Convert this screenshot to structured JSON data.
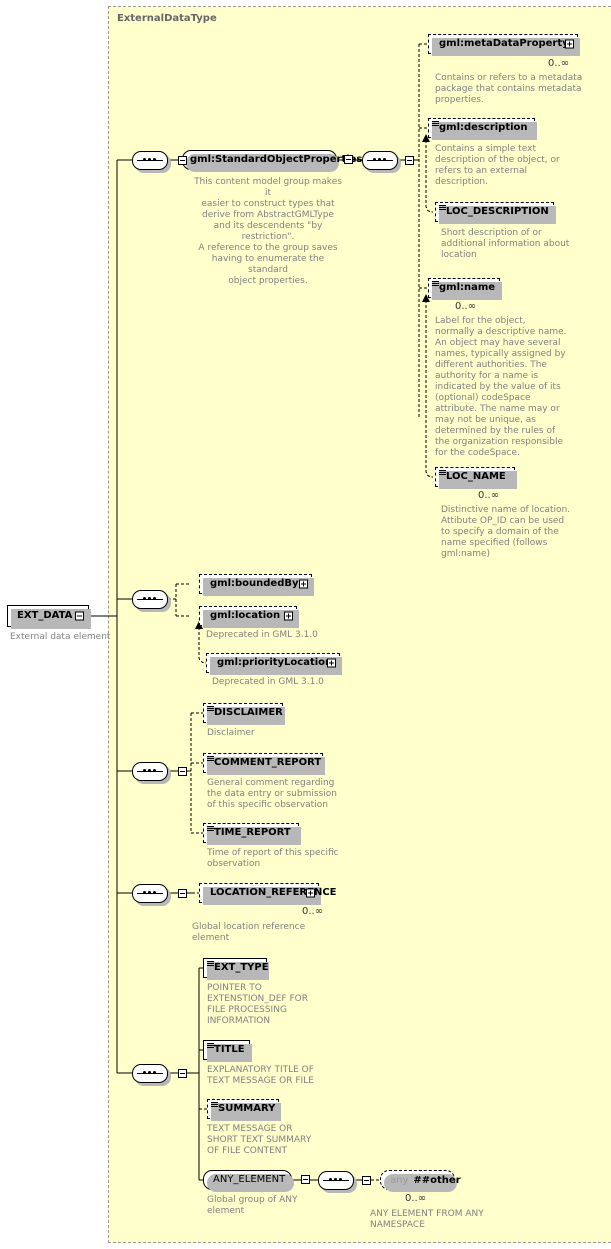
{
  "diagram": {
    "kind": "xsd-schema-diagram",
    "complex_type_title": "ExternalDataType",
    "colors": {
      "container_bg": "#ffffcc",
      "container_border": "#999999",
      "box_bg": "#ffffff",
      "box_border": "#000000",
      "annotation_text": "#808080",
      "shadow": "#b8b8b8"
    }
  },
  "root": {
    "label": "EXT_DATA",
    "annotation": "External data element"
  },
  "cardinalities": {
    "zero_inf": "0..∞"
  },
  "nodes": {
    "standard_object_properties": {
      "label": "gml:StandardObjectProperties",
      "annotation": "This content model group makes it\neasier to construct types that\n      derive from AbstractGMLType\nand its descendents \"by restriction\".\n      A reference to the group saves\nhaving to enumerate the standard\nobject properties."
    },
    "meta_data_property": {
      "label": "gml:metaDataProperty",
      "cardinality": "0..∞",
      "annotation": "Contains or refers to a metadata\npackage that contains metadata\nproperties."
    },
    "description": {
      "label": "gml:description",
      "annotation": "Contains a simple text\ndescription of the object, or\nrefers to an external\ndescription."
    },
    "loc_description": {
      "label": "LOC_DESCRIPTION",
      "annotation": "Short description of or\nadditional information about\nlocation"
    },
    "name": {
      "label": "gml:name",
      "cardinality": "0..∞",
      "annotation": "Label for the object,\nnormally a descriptive name.\nAn object may have several\nnames, typically assigned by\ndifferent authorities.  The\nauthority for a name is\nindicated by the value of its\n(optional) codeSpace\nattribute.  The name may or\nmay not be unique, as\ndetermined by the rules of\nthe organization responsible\nfor the codeSpace."
    },
    "loc_name": {
      "label": "LOC_NAME",
      "cardinality": "0..∞",
      "annotation": "Distinctive name of location.\nAttibute OP_ID can be used\nto specify a domain of the\nname specified (follows\ngml:name)"
    },
    "bounded_by": {
      "label": "gml:boundedBy",
      "annotation": ""
    },
    "location": {
      "label": "gml:location",
      "annotation": "Deprecated in GML 3.1.0"
    },
    "priority_location": {
      "label": "gml:priorityLocation",
      "annotation": "Deprecated in GML 3.1.0"
    },
    "disclaimer": {
      "label": "DISCLAIMER",
      "annotation": "Disclaimer"
    },
    "comment_report": {
      "label": "COMMENT_REPORT",
      "annotation": "General comment regarding\nthe data entry or submission\nof this specific observation"
    },
    "time_report": {
      "label": "TIME_REPORT",
      "annotation": "Time of report of this specific\nobservation"
    },
    "location_reference": {
      "label": "LOCATION_REFERENCE",
      "cardinality": "0..∞",
      "annotation": "Global location reference\nelement"
    },
    "ext_type": {
      "label": "EXT_TYPE",
      "annotation": "POINTER TO\nEXTENSTION_DEF FOR\nFILE PROCESSING\nINFORMATION"
    },
    "title": {
      "label": "TITLE",
      "annotation": "EXPLANATORY TITLE OF\nTEXT MESSAGE OR FILE"
    },
    "summary": {
      "label": "SUMMARY",
      "annotation": "TEXT MESSAGE OR\nSHORT TEXT SUMMARY\nOF FILE CONTENT"
    },
    "any_element": {
      "label": "ANY_ELEMENT",
      "annotation": "Global group of ANY\nelement"
    },
    "any_other": {
      "keyword": "any",
      "namespace": "##other",
      "cardinality": "0..∞",
      "annotation": "ANY ELEMENT FROM ANY\nNAMESPACE"
    }
  }
}
